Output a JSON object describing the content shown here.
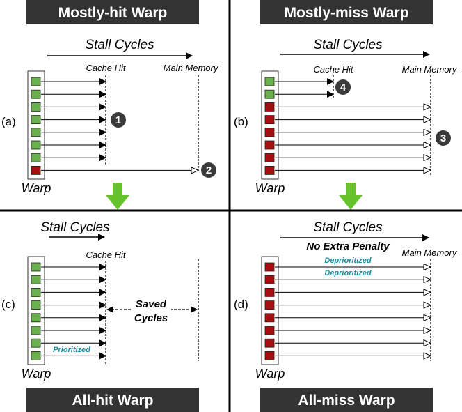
{
  "colors": {
    "hit": "#6ab04c",
    "miss": "#a50f0f",
    "title_bg": "#333333",
    "teal": "#1a8fa3",
    "arrow_green": "#66c22a",
    "badge": "#3a3a3a"
  },
  "panels": {
    "a": {
      "title": "Mostly-hit Warp",
      "letter": "(a)",
      "stall": "Stall Cycles",
      "cache_hit": "Cache Hit",
      "main_memory": "Main Memory",
      "warp": "Warp",
      "rows": [
        "hit",
        "hit",
        "hit",
        "hit",
        "hit",
        "hit",
        "hit",
        "miss"
      ],
      "badge_1": "1",
      "badge_2": "2"
    },
    "b": {
      "title": "Mostly-miss Warp",
      "letter": "(b)",
      "stall": "Stall Cycles",
      "cache_hit": "Cache Hit",
      "main_memory": "Main Memory",
      "warp": "Warp",
      "rows": [
        "hit",
        "hit",
        "miss",
        "miss",
        "miss",
        "miss",
        "miss",
        "miss"
      ],
      "badge_3": "3",
      "badge_4": "4"
    },
    "c": {
      "title": "All-hit Warp",
      "letter": "(c)",
      "stall": "Stall Cycles",
      "cache_hit": "Cache Hit",
      "warp": "Warp",
      "saved_1": "Saved",
      "saved_2": "Cycles",
      "prioritized": "Prioritized",
      "rows": [
        "hit",
        "hit",
        "hit",
        "hit",
        "hit",
        "hit",
        "hit",
        "hit"
      ]
    },
    "d": {
      "title": "All-miss Warp",
      "letter": "(d)",
      "stall": "Stall Cycles",
      "no_penalty": "No Extra Penalty",
      "main_memory": "Main Memory",
      "warp": "Warp",
      "deprioritized_1": "Deprioritized",
      "deprioritized_2": "Deprioritized",
      "rows": [
        "miss",
        "miss",
        "miss",
        "miss",
        "miss",
        "miss",
        "miss",
        "miss"
      ]
    }
  }
}
